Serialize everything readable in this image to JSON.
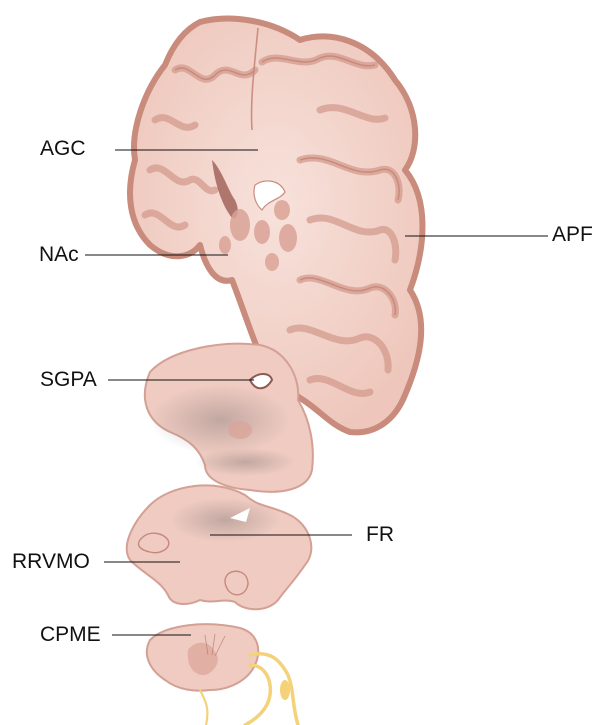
{
  "labels": {
    "agc": "AGC",
    "nac": "NAc",
    "apf": "APF",
    "sgpa": "SGPA",
    "fr": "FR",
    "rrvmo": "RRVMO",
    "cpme": "CPME"
  },
  "colors": {
    "tissue_fill": "#f1cfc6",
    "tissue_light": "#f6dcd4",
    "tissue_edge": "#c88b7c",
    "grey_matter": "#dda59a",
    "gyri_line": "#c7887b",
    "shadow_grey": "#b8a9a7",
    "nerve": "#f4d27a",
    "leader_line": "#111111"
  }
}
